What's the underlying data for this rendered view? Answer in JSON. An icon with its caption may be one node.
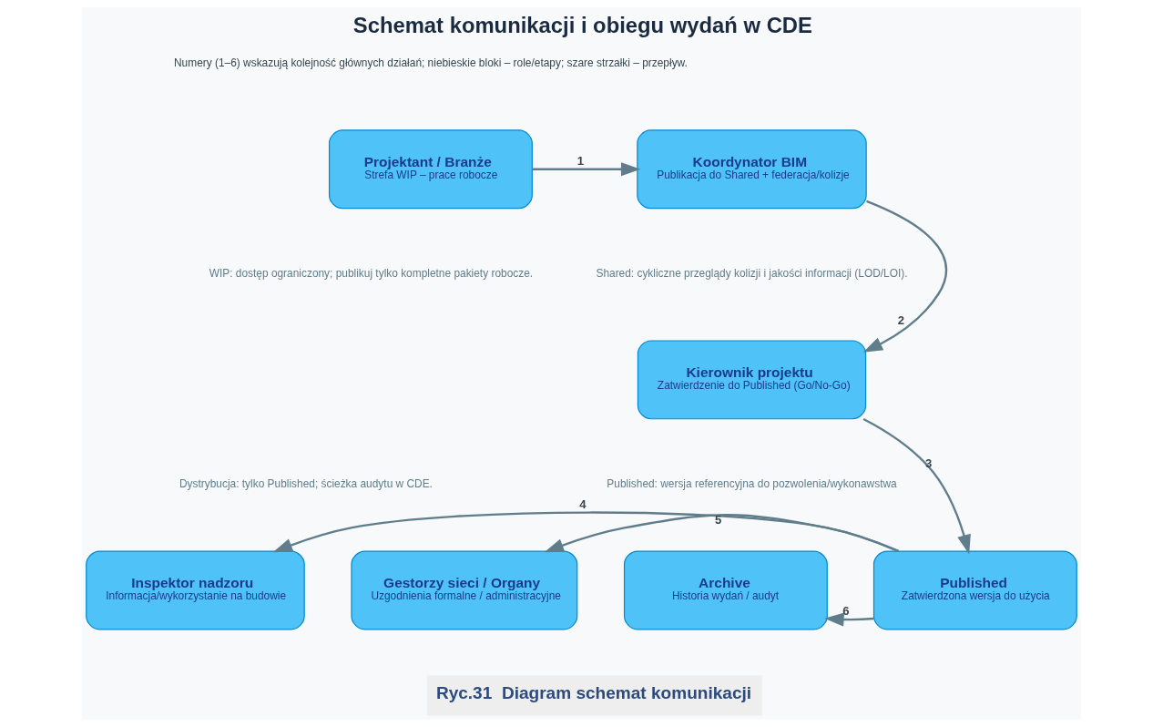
{
  "diagram": {
    "title": "Schemat komunikacji i obiegu wydań w CDE",
    "caption": "Ryc.31  Diagram schemat komunikacji",
    "nodes": [
      {
        "text": [
          "Projektant / Branże",
          "Strefa WIP – prace robocze"
        ]
      },
      {
        "text": [
          "Koordynator BIM",
          "Publikacja do Shared + federacja/kolizje"
        ]
      },
      {
        "text": [
          "Kierownik projektu",
          "Zatwierdzenie do Published (Go/No-Go)"
        ]
      },
      {
        "text": [
          "Inspektor nadzoru",
          "Informacja/wykorzystanie na budowie"
        ]
      },
      {
        "text": [
          "Gestorzy sieci / Organy",
          "Uzgodnienia formalne / administracyjne"
        ]
      },
      {
        "text": [
          "Archive",
          "Historia wydań / audyt"
        ]
      },
      {
        "text": [
          "Published",
          "Zatwierdzona wersja do użycia"
        ]
      }
    ],
    "edges": [
      {
        "from": 0,
        "to": 1,
        "arrow": "to",
        "label": "1"
      },
      {
        "from": 1,
        "to": 2,
        "arrow": "to",
        "label": "2"
      },
      {
        "from": 2,
        "to": 6,
        "arrow": "to",
        "label": "3"
      },
      {
        "from": 6,
        "to": 3,
        "arrow": "to",
        "label": "4"
      },
      {
        "from": 6,
        "to": 4,
        "arrow": "to",
        "label": "5"
      },
      {
        "from": 6,
        "to": 5,
        "arrow": "to",
        "label": "6"
      }
    ],
    "labels": [
      "Numery (1–6) wskazują kolejność głównych działań; niebieskie bloki – role/etapy; szare strzałki – przepływ.",
      "WIP: dostęp ograniczony; publikuj tylko kompletne pakiety robocze.",
      "Shared: cykliczne przeglądy kolizji i jakości informacji (LOD/LOI).",
      "Dystrybucja: tylko Published; ścieżka audytu w CDE.",
      "Published: wersja referencyjna do pozwolenia/wykonawstwa"
    ]
  }
}
